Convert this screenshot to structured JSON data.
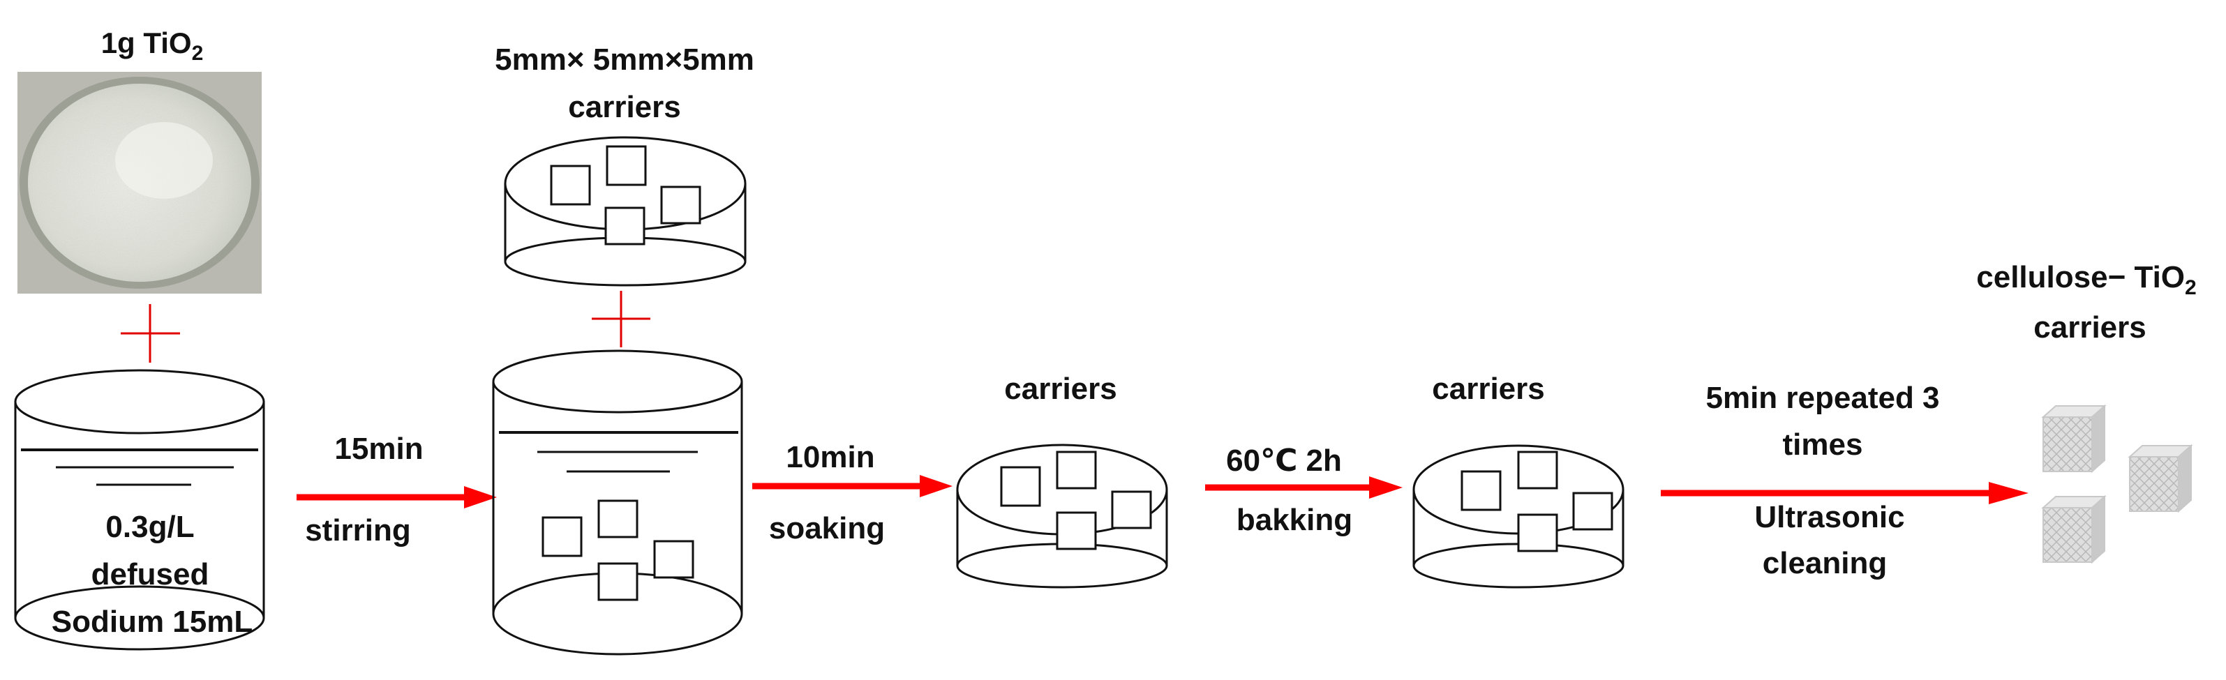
{
  "colors": {
    "arrow": "#ff0000",
    "plus": "#e00000",
    "stroke": "#111111",
    "powder": "#e7e9e2",
    "cube": "#d7d7d7"
  },
  "reagents": {
    "tio2_label": "1g TiO",
    "tio2_sub": "2",
    "carrier_size": "5mm× 5mm×5mm",
    "carrier_word": "carriers",
    "solution": [
      "0.3g/L",
      "defused",
      "Sodium 15mL"
    ]
  },
  "steps": [
    {
      "top": "15min",
      "bottom": "stirring"
    },
    {
      "top": "10min",
      "bottom": "soaking"
    },
    {
      "top": "60℃ 2h",
      "bottom": "bakking"
    },
    {
      "top_lines": [
        "5min repeated 3",
        "times"
      ],
      "bottom_lines": [
        "Ultrasonic",
        "cleaning"
      ]
    }
  ],
  "intermediates": [
    "carriers",
    "carriers"
  ],
  "product": {
    "line1": "cellulose− TiO",
    "sub": "2",
    "line2": "carriers"
  },
  "icons": {
    "photo": "tio2-powder-photo",
    "plus": "plus-icon",
    "cube": "cube-icon"
  }
}
